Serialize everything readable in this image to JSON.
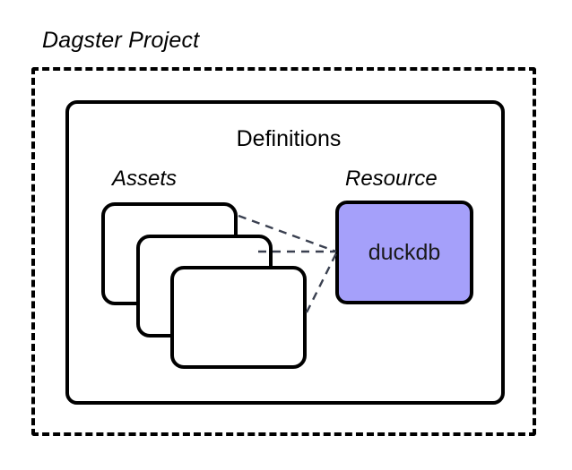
{
  "diagram": {
    "title": "Dagster Project",
    "container": {
      "label": "Definitions"
    },
    "groups": [
      {
        "id": "assets",
        "label": "Assets"
      },
      {
        "id": "resource",
        "label": "Resource"
      }
    ],
    "assets": {
      "label": "Assets",
      "cards": [
        {
          "label": ""
        },
        {
          "label": ""
        },
        {
          "label": ""
        }
      ]
    },
    "resource": {
      "label": "Resource",
      "name": "duckdb"
    },
    "connections": [
      {
        "from": "asset-card-1",
        "to": "resource-duckdb"
      },
      {
        "from": "asset-card-2",
        "to": "resource-duckdb"
      },
      {
        "from": "asset-card-3",
        "to": "resource-duckdb"
      }
    ],
    "colors": {
      "background": "#ffffff",
      "stroke": "#000000",
      "card_fill": "#ffffff",
      "resource_fill": "#a5a0fa",
      "connector": "#3a4050"
    }
  }
}
